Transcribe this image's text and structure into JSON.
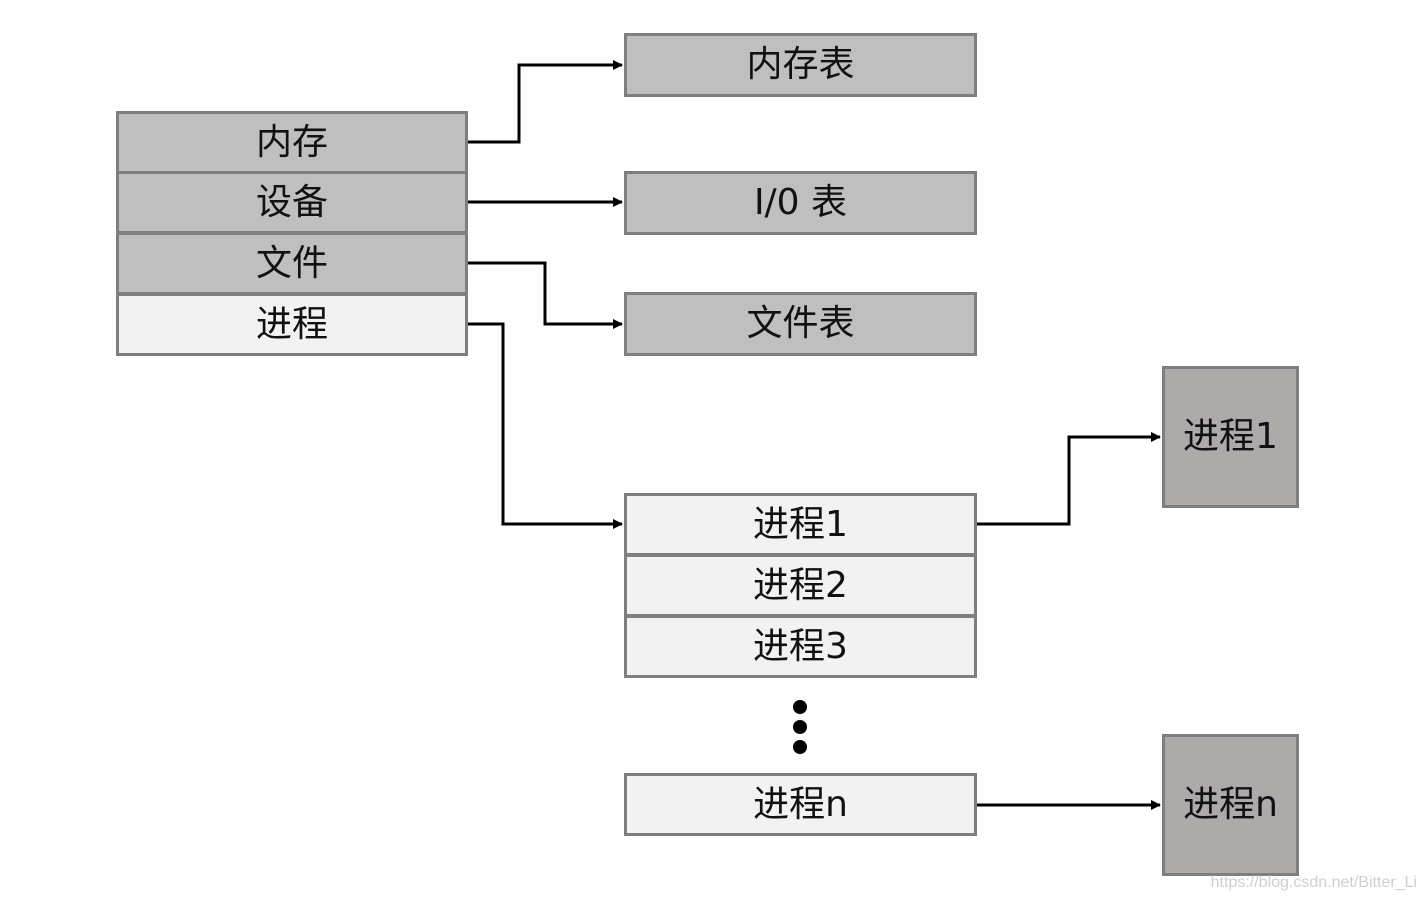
{
  "master_table": {
    "rows": [
      "内存",
      "设备",
      "文件",
      "进程"
    ]
  },
  "resource_tables": {
    "memory": "内存表",
    "io": "I/0 表",
    "file": "文件表"
  },
  "process_table": {
    "rows": [
      "进程1",
      "进程2",
      "进程3",
      "进程n"
    ]
  },
  "process_blocks": {
    "first": "进程1",
    "last": "进程n"
  },
  "colors": {
    "table_fill": "#bfbfbf",
    "process_fill": "#f2f2f2",
    "block_fill": "#aeaaaa",
    "border": "#7f7f7f",
    "connector": "#000000"
  },
  "watermark": "https://blog.csdn.net/Bitter_Li"
}
